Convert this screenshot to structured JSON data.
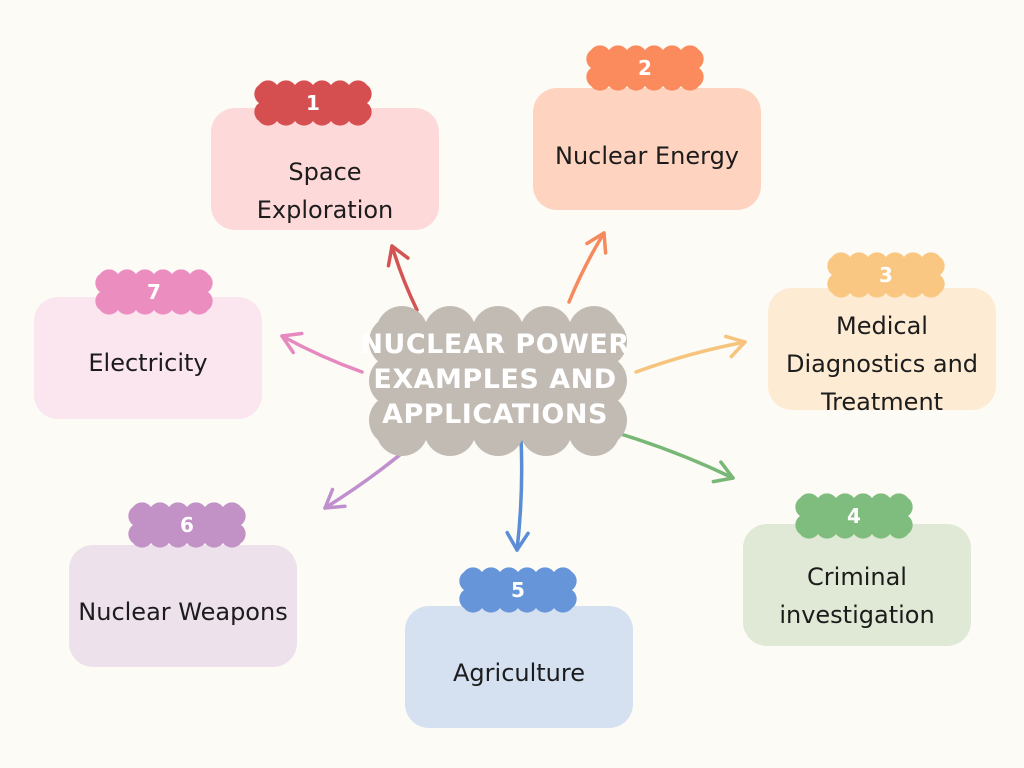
{
  "center": {
    "title": "NUCLEAR POWER EXAMPLES AND APPLICATIONS",
    "color": "#c2bbb4"
  },
  "nodes": [
    {
      "number": "1",
      "label": "Space Exploration",
      "box_color": "#fdd9d9",
      "badge_color": "#d64f50",
      "arrow_color": "#d45454"
    },
    {
      "number": "2",
      "label": "Nuclear Energy",
      "box_color": "#fed3bf",
      "badge_color": "#fb8b5d",
      "arrow_color": "#f48a5e"
    },
    {
      "number": "3",
      "label": "Medical Diagnostics and Treatment",
      "box_color": "#fdebd3",
      "badge_color": "#f9c781",
      "arrow_color": "#f6c47d"
    },
    {
      "number": "4",
      "label": "Criminal investigation",
      "box_color": "#dfe9d6",
      "badge_color": "#7fbd7e",
      "arrow_color": "#78b775"
    },
    {
      "number": "5",
      "label": "Agriculture",
      "box_color": "#d5e0f1",
      "badge_color": "#6695d9",
      "arrow_color": "#5b8dd6"
    },
    {
      "number": "6",
      "label": "Nuclear Weapons",
      "box_color": "#ede1ec",
      "badge_color": "#c291c6",
      "arrow_color": "#c08fcd"
    },
    {
      "number": "7",
      "label": "Electricity",
      "box_color": "#fbe6ef",
      "badge_color": "#ec8dc0",
      "arrow_color": "#e589bf"
    }
  ]
}
